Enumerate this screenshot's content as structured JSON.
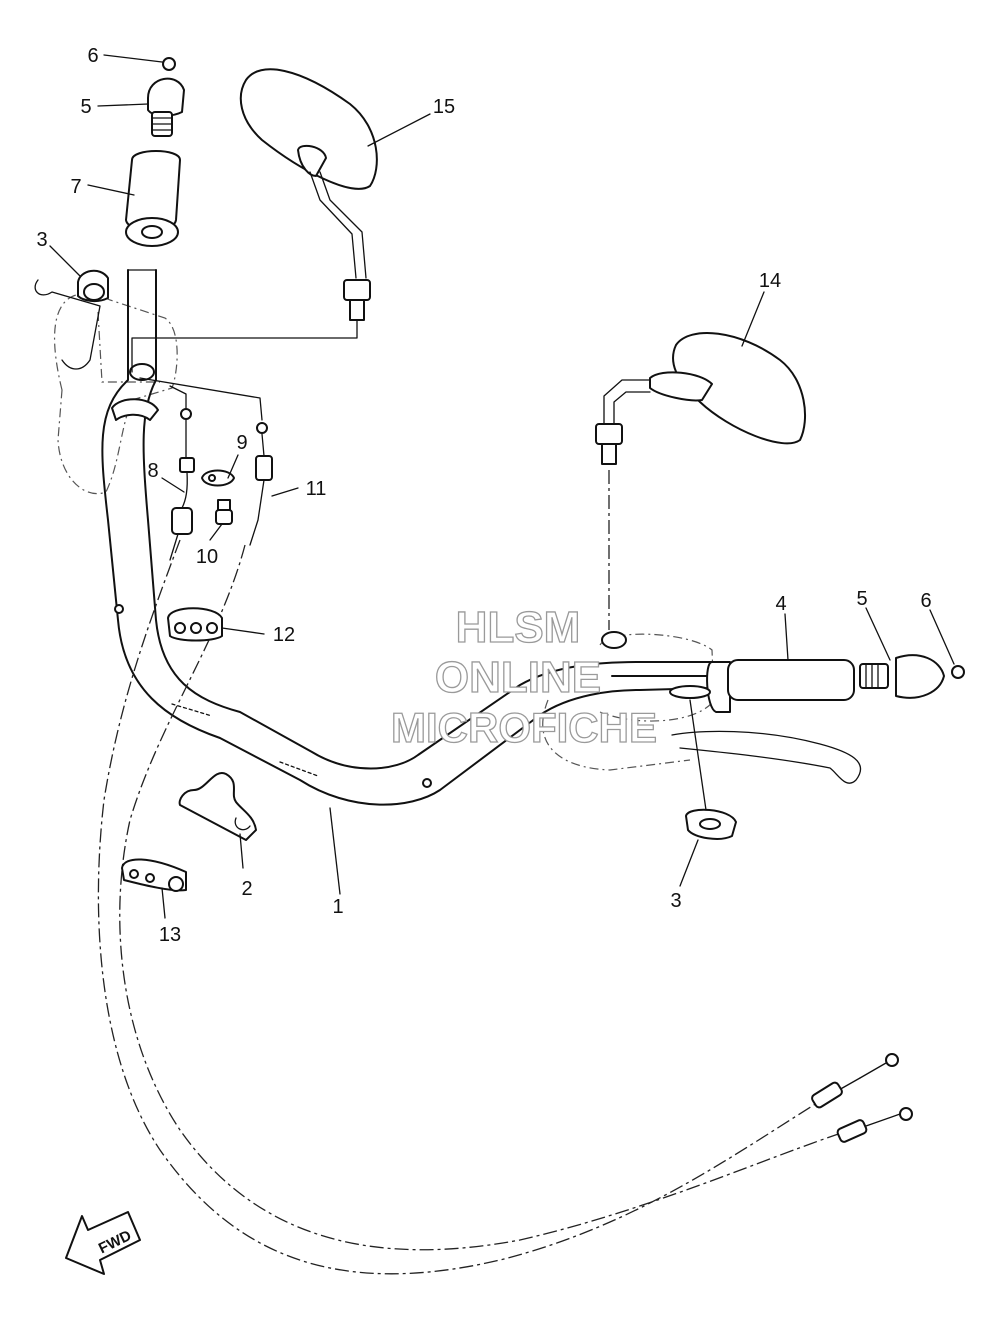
{
  "callouts": [
    "1",
    "2",
    "3",
    "3",
    "4",
    "5",
    "5",
    "6",
    "6",
    "7",
    "8",
    "9",
    "10",
    "11",
    "12",
    "13",
    "14",
    "15"
  ],
  "watermark": {
    "line1": "HLSM",
    "line2": "ONLINE",
    "line3": "MICROFICHE"
  },
  "direction_label": "FWD"
}
